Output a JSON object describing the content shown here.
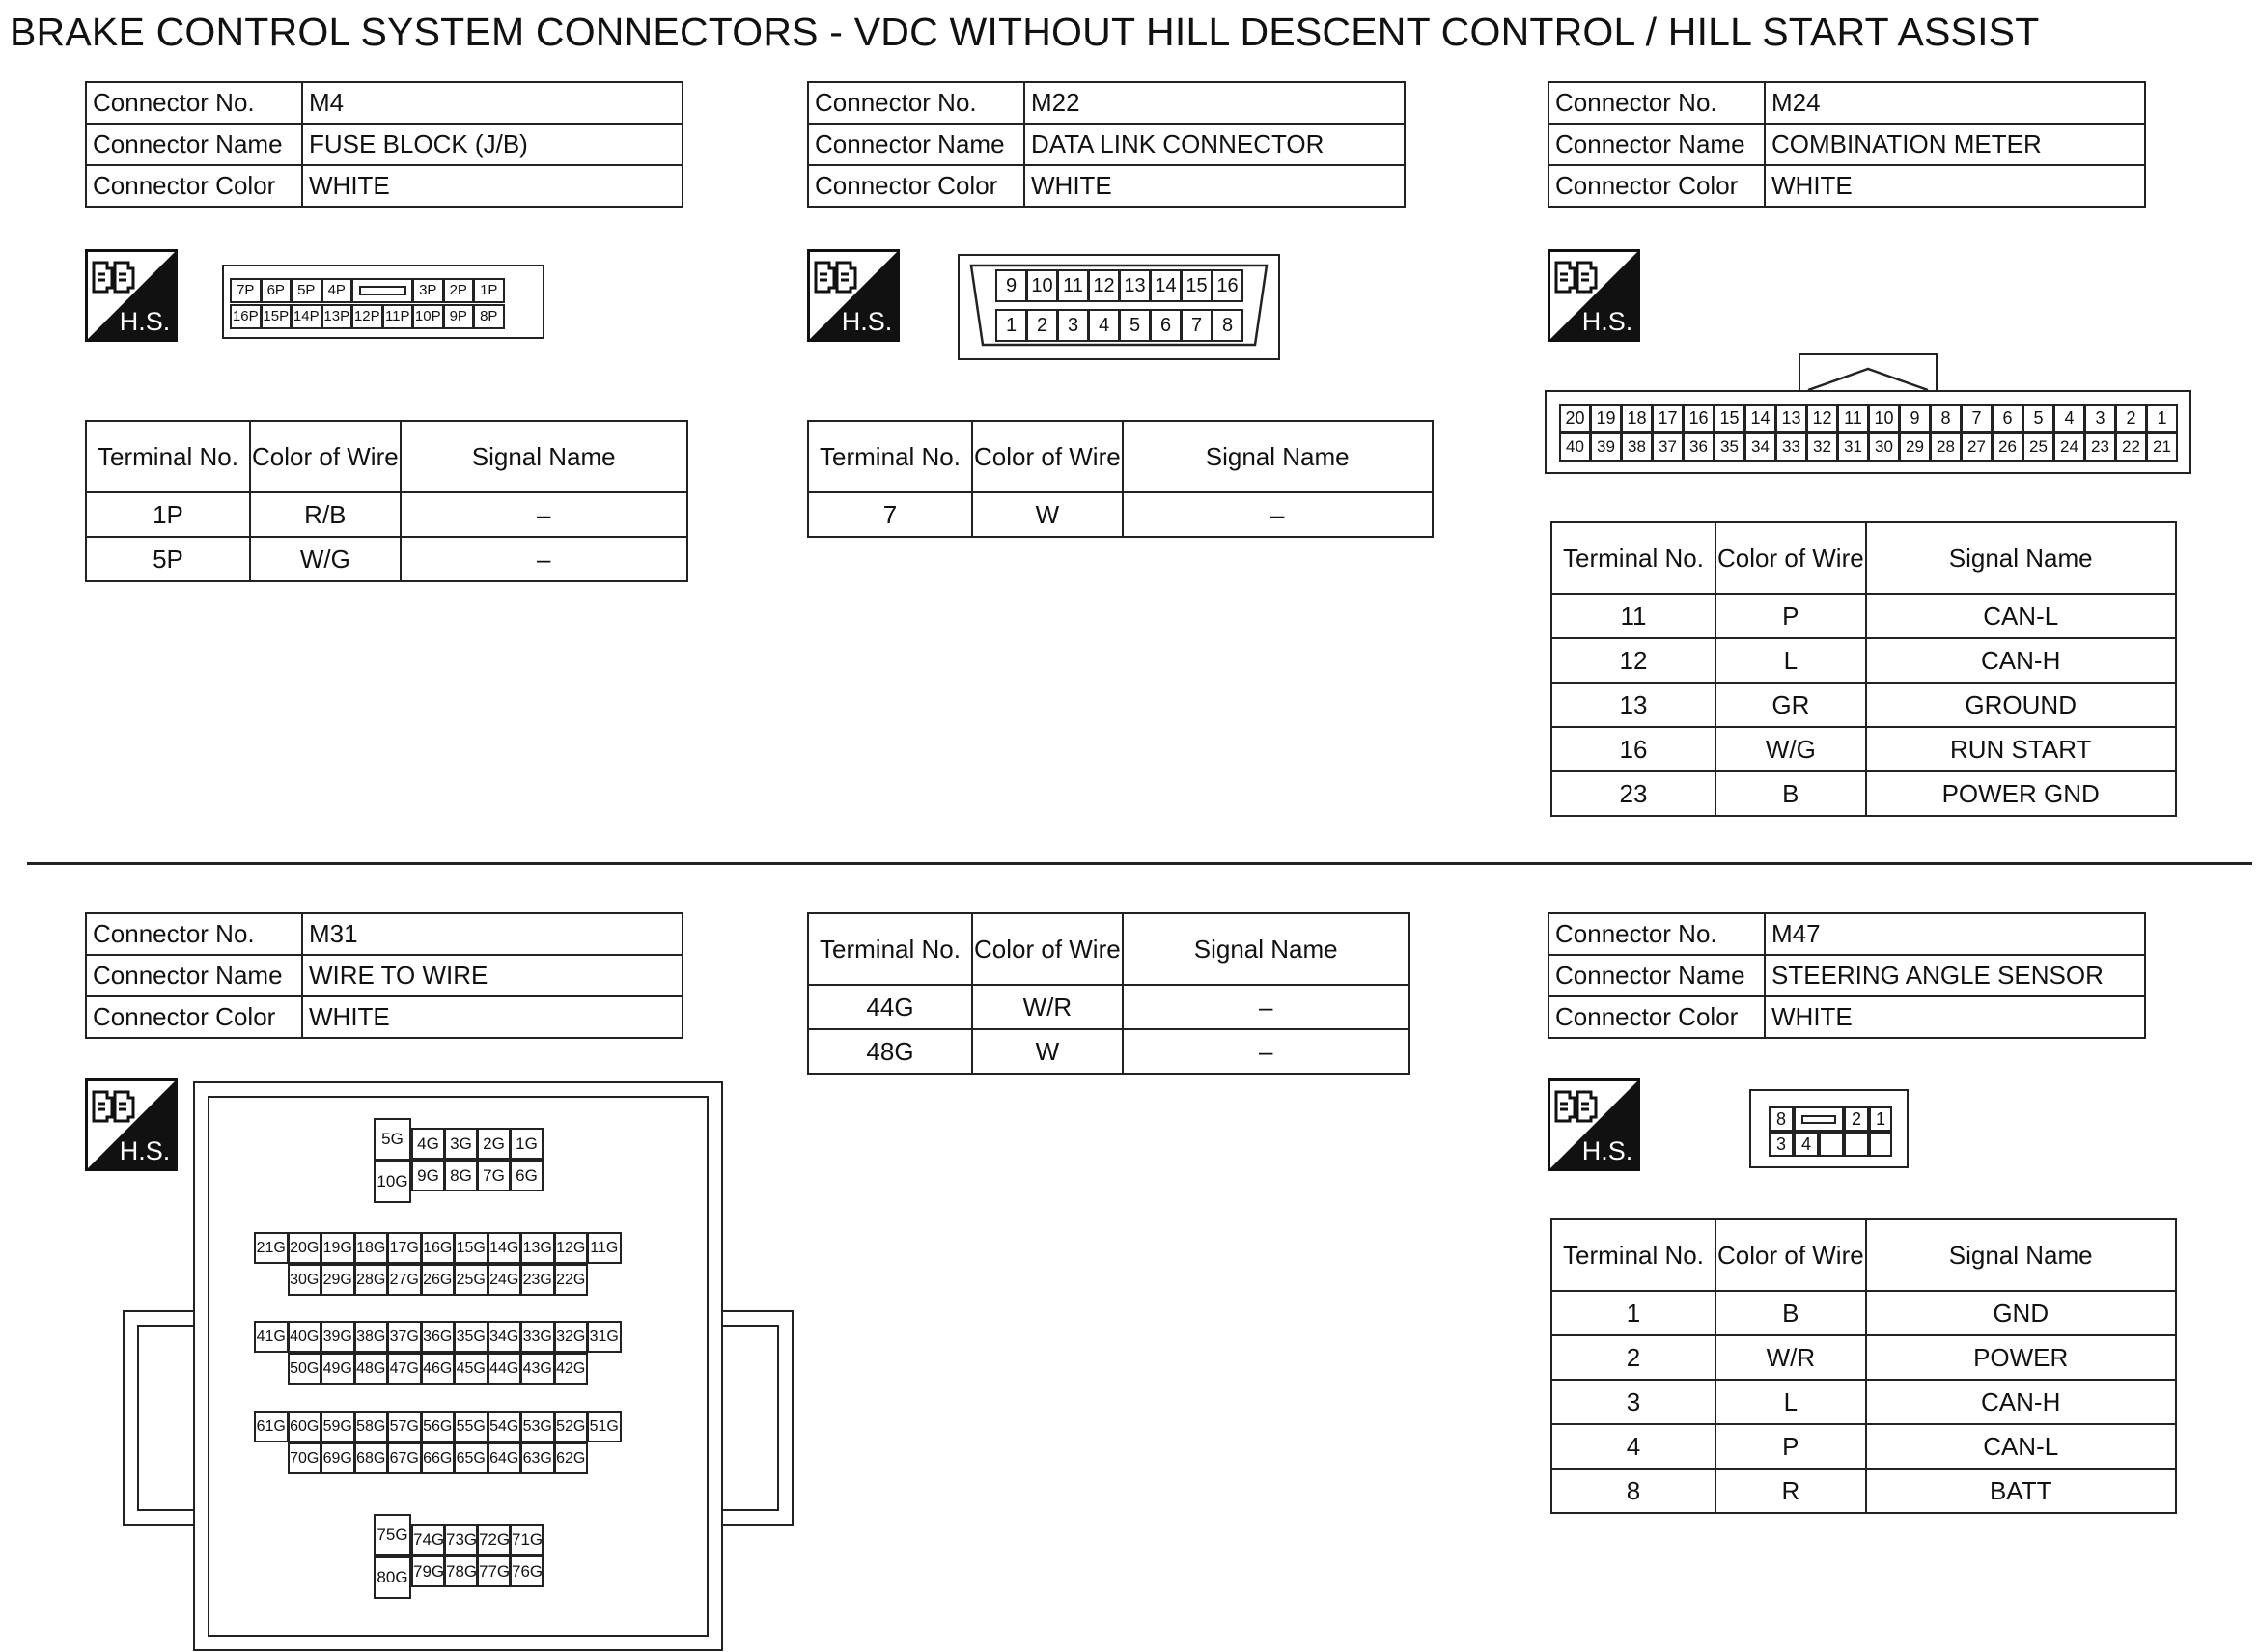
{
  "title": "BRAKE CONTROL SYSTEM CONNECTORS - VDC WITHOUT HILL DESCENT CONTROL / HILL START ASSIST",
  "labels": {
    "connector_no": "Connector No.",
    "connector_name": "Connector Name",
    "connector_color": "Connector Color",
    "terminal_no": "Terminal No.",
    "color_of_wire": "Color of Wire",
    "signal_name": "Signal Name",
    "hs": "H.S."
  },
  "icons": {
    "harness_side": "harness-side-icon"
  },
  "connectors": {
    "m4": {
      "no": "M4",
      "name": "FUSE BLOCK (J/B)",
      "color": "WHITE",
      "terminals": [
        {
          "no": "1P",
          "wire": "R/B",
          "signal": "–"
        },
        {
          "no": "5P",
          "wire": "W/G",
          "signal": "–"
        }
      ],
      "pins_top": [
        "7P",
        "6P",
        "5P",
        "4P",
        "3P",
        "2P",
        "1P"
      ],
      "pins_bottom": [
        "16P",
        "15P",
        "14P",
        "13P",
        "12P",
        "11P",
        "10P",
        "9P",
        "8P"
      ]
    },
    "m22": {
      "no": "M22",
      "name": "DATA LINK CONNECTOR",
      "color": "WHITE",
      "terminals": [
        {
          "no": "7",
          "wire": "W",
          "signal": "–"
        }
      ],
      "pins_top": [
        "9",
        "10",
        "11",
        "12",
        "13",
        "14",
        "15",
        "16"
      ],
      "pins_bottom": [
        "1",
        "2",
        "3",
        "4",
        "5",
        "6",
        "7",
        "8"
      ]
    },
    "m24": {
      "no": "M24",
      "name": "COMBINATION METER",
      "color": "WHITE",
      "terminals": [
        {
          "no": "11",
          "wire": "P",
          "signal": "CAN-L"
        },
        {
          "no": "12",
          "wire": "L",
          "signal": "CAN-H"
        },
        {
          "no": "13",
          "wire": "GR",
          "signal": "GROUND"
        },
        {
          "no": "16",
          "wire": "W/G",
          "signal": "RUN START"
        },
        {
          "no": "23",
          "wire": "B",
          "signal": "POWER GND"
        }
      ],
      "pins_top": [
        "20",
        "19",
        "18",
        "17",
        "16",
        "15",
        "14",
        "13",
        "12",
        "11",
        "10",
        "9",
        "8",
        "7",
        "6",
        "5",
        "4",
        "3",
        "2",
        "1"
      ],
      "pins_bottom": [
        "40",
        "39",
        "38",
        "37",
        "36",
        "35",
        "34",
        "33",
        "32",
        "31",
        "30",
        "29",
        "28",
        "27",
        "26",
        "25",
        "24",
        "23",
        "22",
        "21"
      ]
    },
    "m31": {
      "no": "M31",
      "name": "WIRE TO WIRE",
      "color": "WHITE",
      "terminals": [
        {
          "no": "44G",
          "wire": "W/R",
          "signal": "–"
        },
        {
          "no": "48G",
          "wire": "W",
          "signal": "–"
        }
      ],
      "block1_top": [
        "4G",
        "3G",
        "2G",
        "1G"
      ],
      "block1_bottom": [
        "9G",
        "8G",
        "7G",
        "6G"
      ],
      "block1_tall": [
        "5G",
        "10G"
      ],
      "row_21": [
        "21G",
        "20G",
        "19G",
        "18G",
        "17G",
        "16G",
        "15G",
        "14G",
        "13G",
        "12G",
        "11G"
      ],
      "row_30": [
        "30G",
        "29G",
        "28G",
        "27G",
        "26G",
        "25G",
        "24G",
        "23G",
        "22G"
      ],
      "row_41": [
        "41G",
        "40G",
        "39G",
        "38G",
        "37G",
        "36G",
        "35G",
        "34G",
        "33G",
        "32G",
        "31G"
      ],
      "row_50": [
        "50G",
        "49G",
        "48G",
        "47G",
        "46G",
        "45G",
        "44G",
        "43G",
        "42G"
      ],
      "row_61": [
        "61G",
        "60G",
        "59G",
        "58G",
        "57G",
        "56G",
        "55G",
        "54G",
        "53G",
        "52G",
        "51G"
      ],
      "row_70": [
        "70G",
        "69G",
        "68G",
        "67G",
        "66G",
        "65G",
        "64G",
        "63G",
        "62G"
      ],
      "block5_top": [
        "74G",
        "73G",
        "72G",
        "71G"
      ],
      "block5_bottom": [
        "79G",
        "78G",
        "77G",
        "76G"
      ],
      "block5_tall": [
        "75G",
        "80G"
      ]
    },
    "m47": {
      "no": "M47",
      "name": "STEERING ANGLE SENSOR",
      "color": "WHITE",
      "terminals": [
        {
          "no": "1",
          "wire": "B",
          "signal": "GND"
        },
        {
          "no": "2",
          "wire": "W/R",
          "signal": "POWER"
        },
        {
          "no": "3",
          "wire": "L",
          "signal": "CAN-H"
        },
        {
          "no": "4",
          "wire": "P",
          "signal": "CAN-L"
        },
        {
          "no": "8",
          "wire": "R",
          "signal": "BATT"
        }
      ],
      "pins": [
        "8",
        "2",
        "1",
        "3",
        "4"
      ]
    }
  }
}
